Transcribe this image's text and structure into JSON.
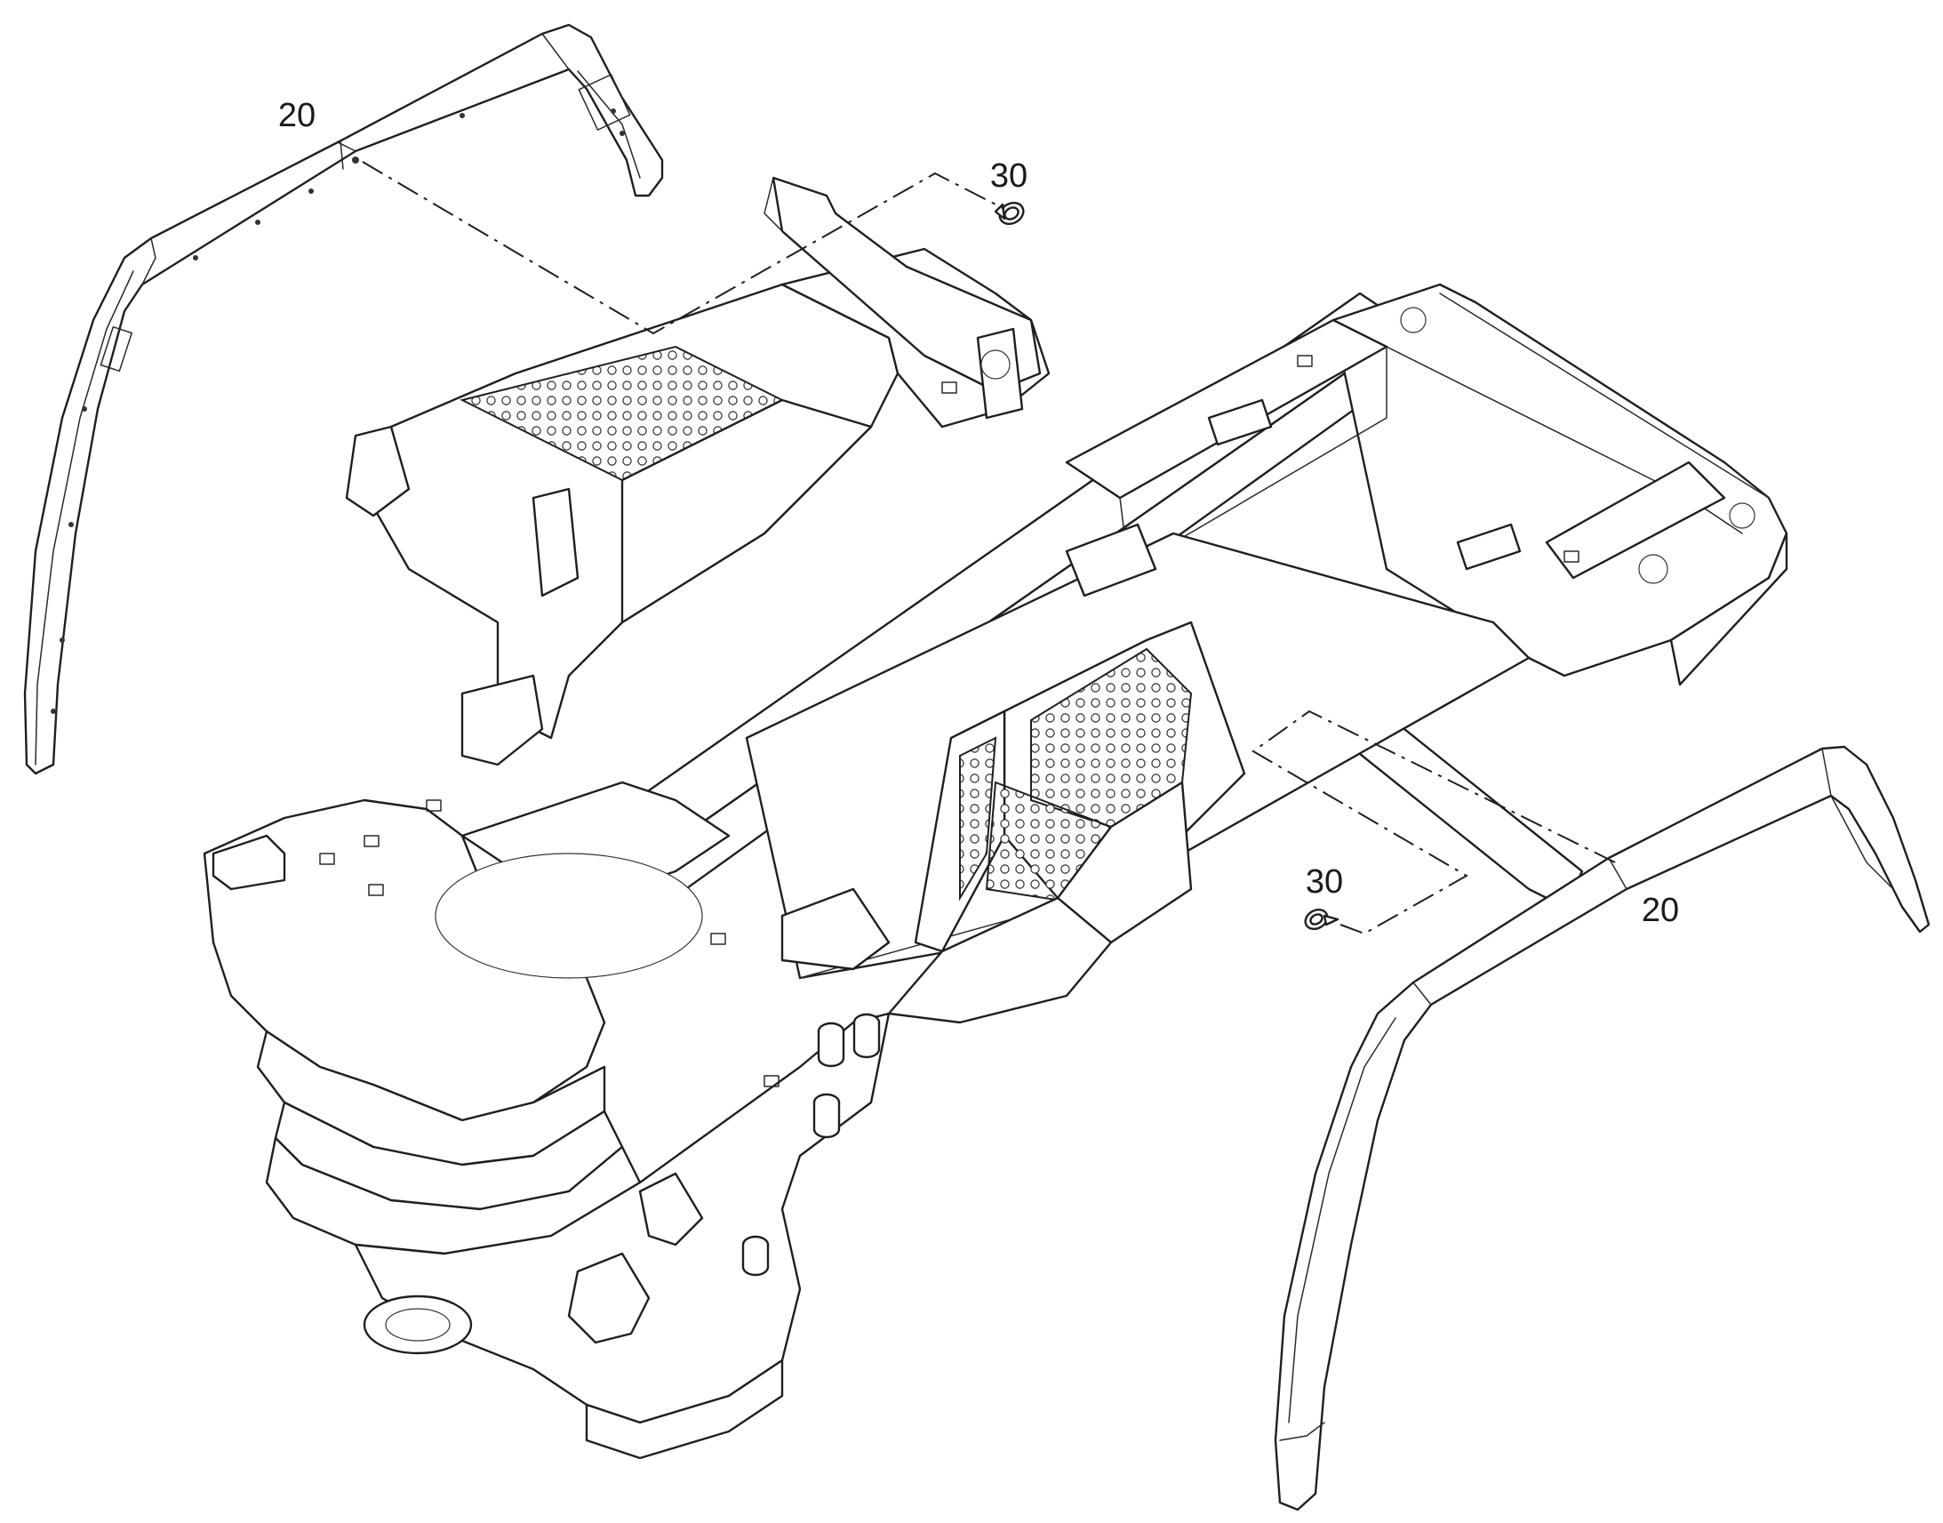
{
  "callouts": {
    "fender_left": "20",
    "fender_right": "20",
    "bolt_top": "30",
    "bolt_bottom": "30"
  }
}
